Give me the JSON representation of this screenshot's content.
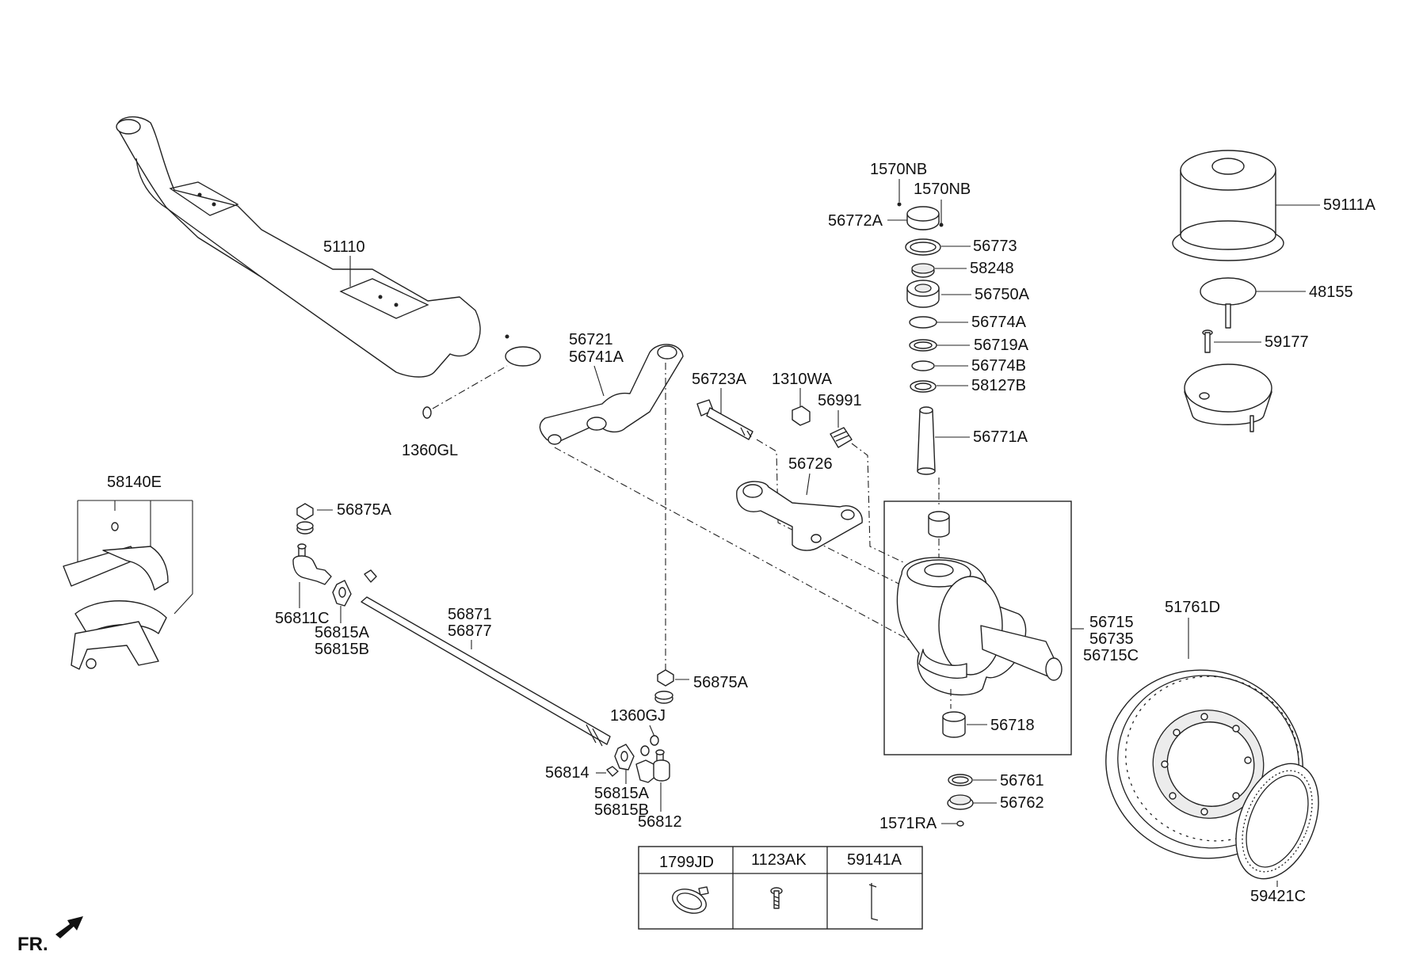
{
  "diagram": {
    "labels": {
      "l51110": "51110",
      "l1360GL": "1360GL",
      "l58140E": "58140E",
      "l56721": "56721",
      "l56741A": "56741A",
      "l56723A": "56723A",
      "l1310WA": "1310WA",
      "l56991": "56991",
      "l56726": "56726",
      "l1570NB_a": "1570NB",
      "l1570NB_b": "1570NB",
      "l56772A": "56772A",
      "l56773": "56773",
      "l58248": "58248",
      "l56750A": "56750A",
      "l56774A": "56774A",
      "l56719A": "56719A",
      "l56774B": "56774B",
      "l58127B": "58127B",
      "l56771A": "56771A",
      "l59111A": "59111A",
      "l48155": "48155",
      "l59177": "59177",
      "l56875A_a": "56875A",
      "l56811C": "56811C",
      "l56815A_a": "56815A",
      "l56815B_a": "56815B",
      "l56871": "56871",
      "l56877": "56877",
      "l56875A_b": "56875A",
      "l1360GJ": "1360GJ",
      "l56814": "56814",
      "l56815A_b": "56815A",
      "l56815B_b": "56815B",
      "l56812": "56812",
      "l56715": "56715",
      "l56735": "56735",
      "l56715C": "56715C",
      "l56718": "56718",
      "l51761D": "51761D",
      "l56761": "56761",
      "l56762": "56762",
      "l1571RA": "1571RA",
      "l59421C": "59421C"
    },
    "legend_table": {
      "headers": [
        "1799JD",
        "1123AK",
        "59141A"
      ]
    },
    "front_indicator": "FR."
  }
}
